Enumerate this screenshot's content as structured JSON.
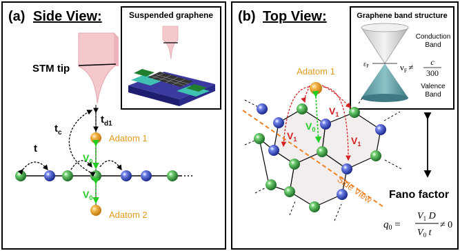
{
  "panel_a": {
    "letter": "(a)",
    "title": "Side View:",
    "inset_title": "Suspended graphene",
    "stm_label": "STM tip",
    "labels": {
      "t": "t",
      "tc": "t",
      "tc_sub": "c",
      "td": "t",
      "td_sub": "d1",
      "v0": "V",
      "v0_sub": "0"
    },
    "adatom1": "Adatom 1",
    "adatom2": "Adatom 2"
  },
  "panel_b": {
    "letter": "(b)",
    "title": "Top View:",
    "inset_title": "Graphene band structure",
    "conduction": [
      "Conduction",
      "Band"
    ],
    "valence": [
      "Valence",
      "Band"
    ],
    "ef": "ε",
    "ef_sub": "F",
    "vf_eq": "ν",
    "vf_sub": "F",
    "vf_neq": "≠",
    "vf_num": "c",
    "vf_den": "300",
    "adatom1": "Adatom 1",
    "v1": "V",
    "v1_sub": "1",
    "v0": "V",
    "v0_sub": "0",
    "side_view": "Side View",
    "fano": "Fano factor",
    "q_lhs": "q",
    "q_sub": "0",
    "q_num": "V",
    "q_num_sub": "1",
    "q_num_tail": " D",
    "q_den": "V",
    "q_den_sub": "0",
    "q_den_tail": " t",
    "q_neq": "≠ 0"
  },
  "colors": {
    "green_atom": "#2e8b3a",
    "blue_atom": "#2a3fb0",
    "adatom": "#e8a020",
    "adatom_text": "#e69a1a",
    "red": "#d42020",
    "lime": "#22cc22",
    "orange_dash": "#f08020",
    "tip": "#f5c8cc"
  }
}
